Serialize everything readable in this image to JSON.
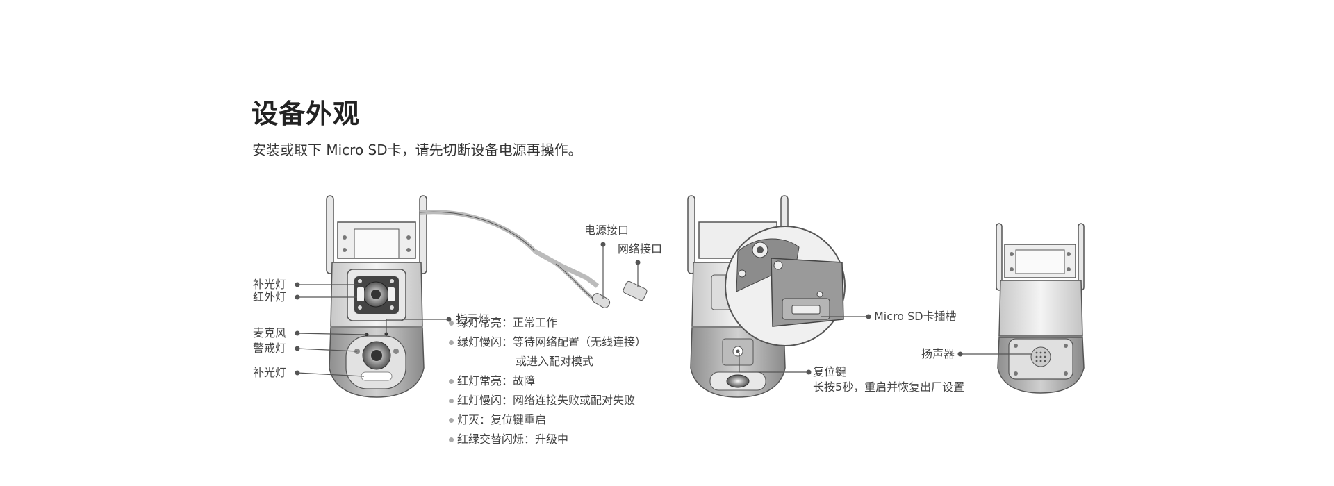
{
  "page": {
    "title": "设备外观",
    "subtitle": "安装或取下 Micro SD卡，请先切断设备电源再操作。"
  },
  "front_view": {
    "labels": {
      "fill_light_top": "补光灯",
      "infrared_light": "红外灯",
      "microphone": "麦克风",
      "warning_light": "警戒灯",
      "fill_light_bottom": "补光灯",
      "power_port": "电源接口",
      "network_port": "网络接口",
      "indicator": "指示灯"
    },
    "indicator_states": [
      {
        "name": "绿灯常亮：",
        "desc": "正常工作"
      },
      {
        "name": "绿灯慢闪：",
        "desc": "等待网络配置（无线连接）"
      },
      {
        "name": "",
        "desc": "或进入配对模式"
      },
      {
        "name": "红灯常亮：",
        "desc": "故障"
      },
      {
        "name": "红灯慢闪：",
        "desc": "网络连接失败或配对失败"
      },
      {
        "name": "灯灭：",
        "desc": "复位键重启"
      },
      {
        "name": "红绿交替闪烁：",
        "desc": "升级中"
      }
    ]
  },
  "side_view": {
    "labels": {
      "sd_slot": "Micro SD卡插槽",
      "reset_key": "复位键",
      "reset_note": "长按5秒，重启并恢复出厂设置"
    }
  },
  "back_view": {
    "labels": {
      "speaker": "扬声器"
    }
  },
  "colors": {
    "line": "#555555",
    "body_light": "#f2f2f2",
    "body_mid": "#cfcfcf",
    "body_dark": "#8a8a8a",
    "bullet": "#aaaaaa"
  }
}
